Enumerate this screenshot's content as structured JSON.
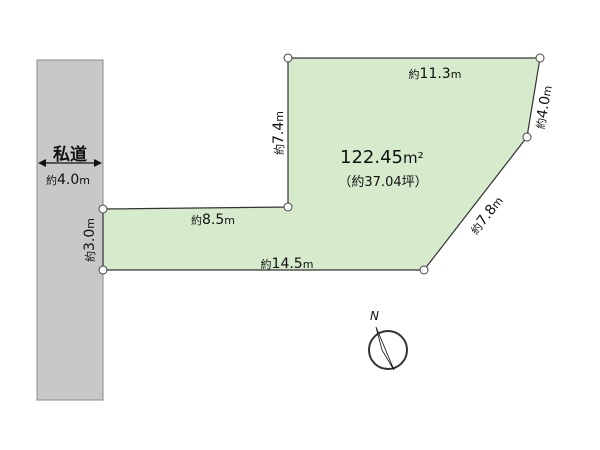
{
  "road": {
    "label": "私道",
    "width_prefix": "約",
    "width_value": "4.0",
    "width_unit": "m"
  },
  "lot": {
    "area_value": "122.45",
    "area_unit": "m²",
    "tsubo_text": "（約37.04坪）",
    "fill_color": "#d6ebcc",
    "outline_color": "#333333"
  },
  "edges": [
    {
      "id": "top",
      "prefix": "約",
      "value": "11.3",
      "unit": "m"
    },
    {
      "id": "right-short",
      "prefix": "約",
      "value": "4.0",
      "unit": "m"
    },
    {
      "id": "right-diag",
      "prefix": "約",
      "value": "7.8",
      "unit": "m"
    },
    {
      "id": "bottom",
      "prefix": "約",
      "value": "14.5",
      "unit": "m"
    },
    {
      "id": "frontage",
      "prefix": "約",
      "value": "3.0",
      "unit": "m"
    },
    {
      "id": "step-h",
      "prefix": "約",
      "value": "8.5",
      "unit": "m"
    },
    {
      "id": "step-v",
      "prefix": "約",
      "value": "7.4",
      "unit": "m"
    }
  ],
  "compass": {
    "label": "N",
    "icon": "north-arrow-icon"
  },
  "colors": {
    "road_fill": "#c8c8c8",
    "road_edge": "#8a8a8a"
  }
}
